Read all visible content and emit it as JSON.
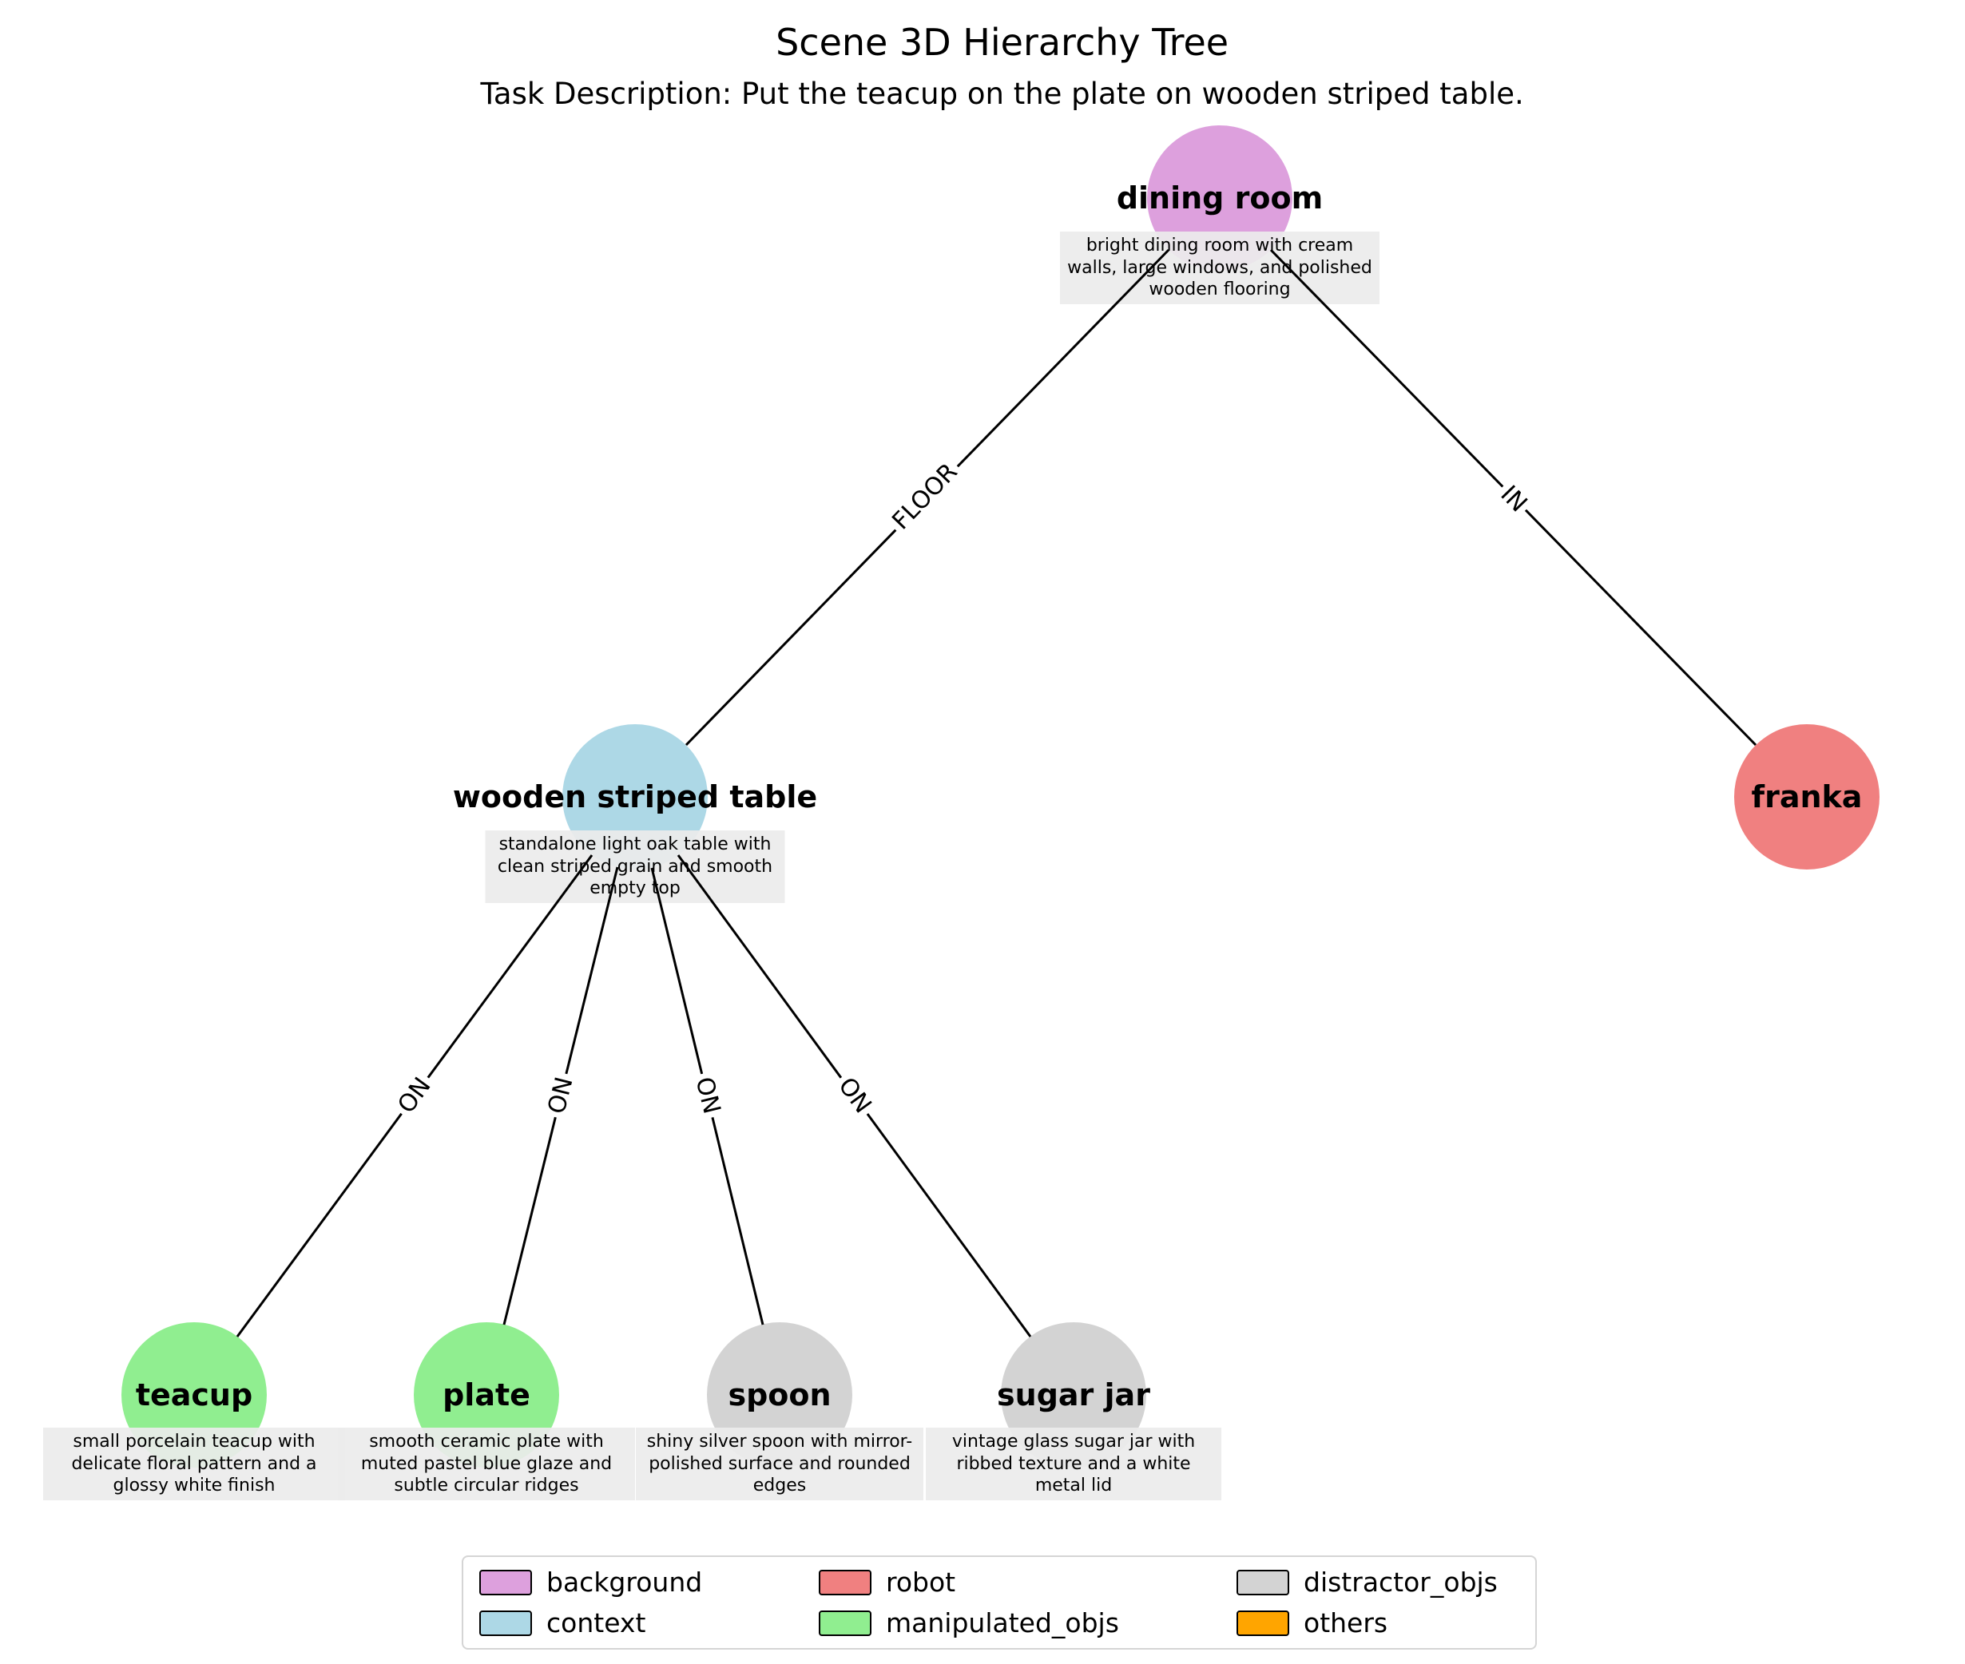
{
  "title": "Scene 3D Hierarchy Tree",
  "subtitle": "Task Description: Put the teacup on the plate on wooden striped table.",
  "nodes": [
    {
      "label": "dining room",
      "category": "background",
      "color": "#DDA0DD",
      "description": "bright dining room with cream walls, large windows, and polished wooden flooring"
    },
    {
      "label": "wooden striped table",
      "category": "context",
      "color": "#ADD8E6",
      "description": "standalone light oak table with clean striped grain and smooth empty top"
    },
    {
      "label": "franka",
      "category": "robot",
      "color": "#F08080"
    },
    {
      "label": "teacup",
      "category": "manipulated_objs",
      "color": "#90EE90",
      "description": "small porcelain teacup with delicate floral pattern and a glossy white finish"
    },
    {
      "label": "plate",
      "category": "manipulated_objs",
      "color": "#90EE90",
      "description": "smooth ceramic plate with muted pastel blue glaze and subtle circular ridges"
    },
    {
      "label": "spoon",
      "category": "distractor_objs",
      "color": "#D3D3D3",
      "description": "shiny silver spoon with mirror-polished surface and rounded edges"
    },
    {
      "label": "sugar jar",
      "category": "distractor_objs",
      "color": "#D3D3D3",
      "description": "vintage glass sugar jar with ribbed texture and a white metal lid"
    }
  ],
  "edges": [
    {
      "from": "dining room",
      "to": "wooden striped table",
      "label": "FLOOR"
    },
    {
      "from": "dining room",
      "to": "franka",
      "label": "IN"
    },
    {
      "from": "wooden striped table",
      "to": "teacup",
      "label": "ON"
    },
    {
      "from": "wooden striped table",
      "to": "plate",
      "label": "ON"
    },
    {
      "from": "wooden striped table",
      "to": "spoon",
      "label": "ON"
    },
    {
      "from": "wooden striped table",
      "to": "sugar jar",
      "label": "ON"
    }
  ],
  "legend": {
    "items": [
      {
        "label": "background",
        "color": "#DDA0DD"
      },
      {
        "label": "robot",
        "color": "#F08080"
      },
      {
        "label": "distractor_objs",
        "color": "#D3D3D3"
      },
      {
        "label": "context",
        "color": "#ADD8E6"
      },
      {
        "label": "manipulated_objs",
        "color": "#90EE90"
      },
      {
        "label": "others",
        "color": "#FFA500"
      }
    ]
  }
}
